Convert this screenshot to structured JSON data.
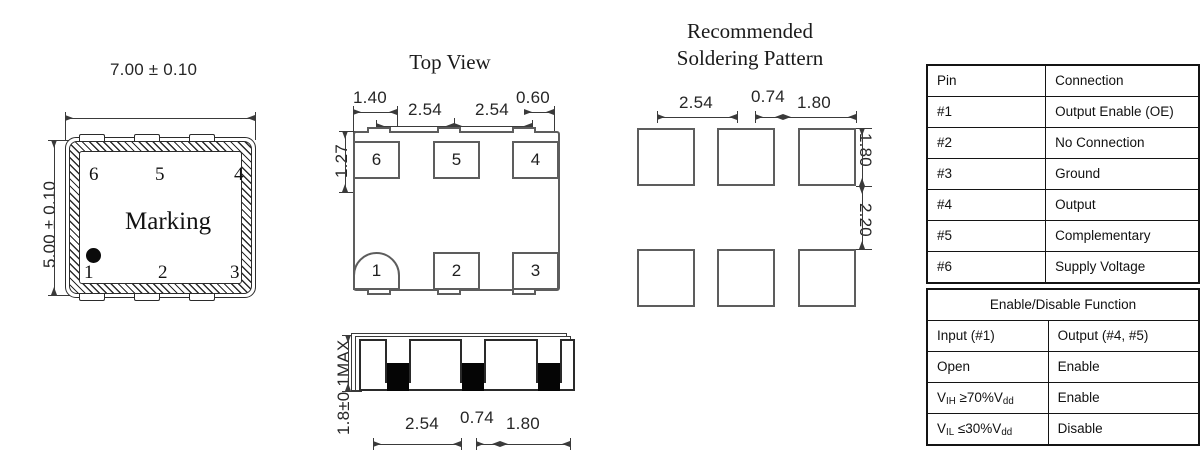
{
  "headings": {
    "top_view": "Top View",
    "soldering_pattern_line1": "Recommended",
    "soldering_pattern_line2": "Soldering Pattern"
  },
  "package_view": {
    "width_dim": "7.00 ± 0.10",
    "height_dim": "5.00 ± 0.10",
    "marking_label": "Marking",
    "pins_top": [
      "6",
      "5",
      "4"
    ],
    "pins_bottom": [
      "1",
      "2",
      "3"
    ]
  },
  "top_view": {
    "dim_1_40": "1.40",
    "dim_2_54_a": "2.54",
    "dim_2_54_b": "2.54",
    "dim_0_60": "0.60",
    "dim_1_27": "1.27",
    "pads_top": [
      "6",
      "5",
      "4"
    ],
    "pads_bottom": [
      "1",
      "2",
      "3"
    ]
  },
  "side_view": {
    "height_dim": "1.8±0.1MAX",
    "dim_2_54": "2.54",
    "dim_0_74": "0.74",
    "dim_1_80": "1.80"
  },
  "soldering_pattern": {
    "dim_2_54": "2.54",
    "dim_0_74": "0.74",
    "dim_1_80_h": "1.80",
    "dim_1_80_v": "1.80",
    "dim_2_20_v": "2.20"
  },
  "pin_table": {
    "headers": [
      "Pin",
      "Connection"
    ],
    "rows": [
      [
        "#1",
        "Output Enable (OE)"
      ],
      [
        "#2",
        "No Connection"
      ],
      [
        "#3",
        "Ground"
      ],
      [
        "#4",
        "Output"
      ],
      [
        "#5",
        "Complementary"
      ],
      [
        "#6",
        "Supply Voltage"
      ]
    ]
  },
  "enable_table": {
    "title": "Enable/Disable Function",
    "headers": [
      "Input (#1)",
      "Output (#4, #5)"
    ],
    "rows": [
      {
        "input": "Open",
        "input_sub": "",
        "output": "Enable"
      },
      {
        "input": "V",
        "input_sub": "IH",
        "input_rest": " ≥70%V",
        "input_sub2": "dd",
        "output": "Enable"
      },
      {
        "input": "V",
        "input_sub": "IL",
        "input_rest": " ≤30%V",
        "input_sub2": "dd",
        "output": "Disable"
      }
    ]
  },
  "colors": {
    "ink": "#1a1a1a",
    "line": "#3a3a3a",
    "pad_border": "#5d5d5d",
    "table_border": "#141414",
    "background": "#ffffff"
  }
}
